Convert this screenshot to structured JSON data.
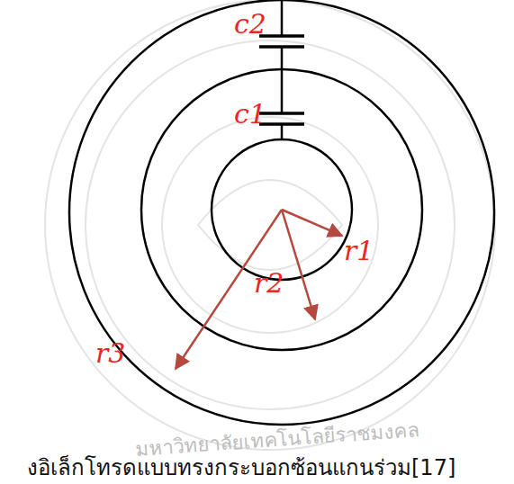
{
  "diagram": {
    "caption": "งอิเล็กโทรดแบบทรงกระบอกซ้อนแกนร่วม[17]",
    "labels": [
      "c2",
      "c1",
      "r1",
      "r2",
      "r3",
      "มหาวิทยาลัยเทคโนโลยีราชมงคล"
    ]
  }
}
